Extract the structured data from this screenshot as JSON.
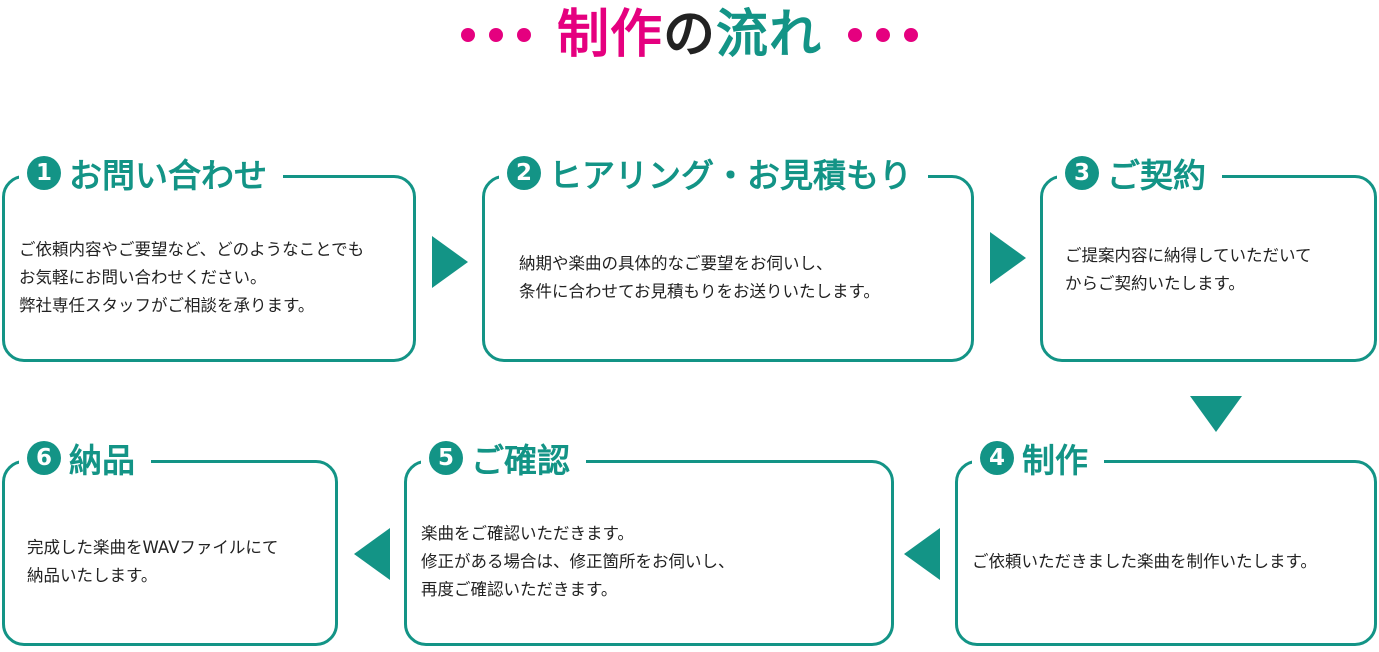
{
  "title": {
    "part1": "制作",
    "part2": "の",
    "part3": "流れ"
  },
  "colors": {
    "accent_pink": "#e5007f",
    "accent_teal": "#139486"
  },
  "steps": [
    {
      "number": "1",
      "title": "お問い合わせ",
      "text": "ご依頼内容やご要望など、どのようなことでも\nお気軽にお問い合わせください。\n弊社専任スタッフがご相談を承ります。"
    },
    {
      "number": "2",
      "title": "ヒアリング・お見積もり",
      "text": "納期や楽曲の具体的なご要望をお伺いし、\n条件に合わせてお見積もりをお送りいたします。"
    },
    {
      "number": "3",
      "title": "ご契約",
      "text": "ご提案内容に納得していただいて\nからご契約いたします。"
    },
    {
      "number": "4",
      "title": "制作",
      "text": "ご依頼いただきました楽曲を制作いたします。"
    },
    {
      "number": "5",
      "title": "ご確認",
      "text": "楽曲をご確認いただきます。\n修正がある場合は、修正箇所をお伺いし、\n再度ご確認いただきます。"
    },
    {
      "number": "6",
      "title": "納品",
      "text": "完成した楽曲をWAVファイルにて\n納品いたします。"
    }
  ]
}
